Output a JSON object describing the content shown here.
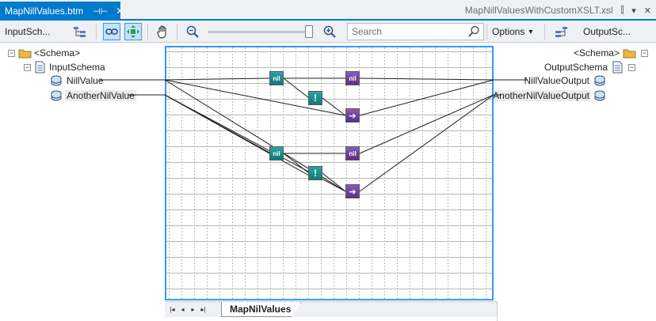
{
  "tabs": {
    "active_title": "MapNillValues.btm",
    "inactive_title": "MapNillValuesWithCustomXSLT.xsl",
    "pin_glyph": "⊣⊢",
    "close_glyph": "✕",
    "dropdown_glyph": "▾"
  },
  "toolbar": {
    "input_schema_label": "InputSch...",
    "output_schema_label": "OutputSc...",
    "search_placeholder": "Search",
    "options_label": "Options",
    "options_arrow": "▾"
  },
  "source_tree": {
    "root": "<Schema>",
    "schema": "InputSchema",
    "fields": [
      "NillValue",
      "AnotherNilValue"
    ]
  },
  "destination_tree": {
    "root": "<Schema>",
    "schema": "OutputSchema",
    "fields": [
      "NillValueOutput",
      "AnotherNilValueOutput"
    ]
  },
  "functoid_icons": {
    "is_nil": "nil",
    "logical": "!",
    "set_nil": "nil",
    "value_mapping": "➔"
  },
  "pages": {
    "nav": [
      "|◂",
      "◂",
      "▸",
      "▸|"
    ],
    "active": "MapNilValues"
  },
  "colors": {
    "accent": "#007acc",
    "selection": "#3399ff",
    "teal_functoid": "#1a8d8d",
    "purple_functoid": "#6b3b9b"
  }
}
